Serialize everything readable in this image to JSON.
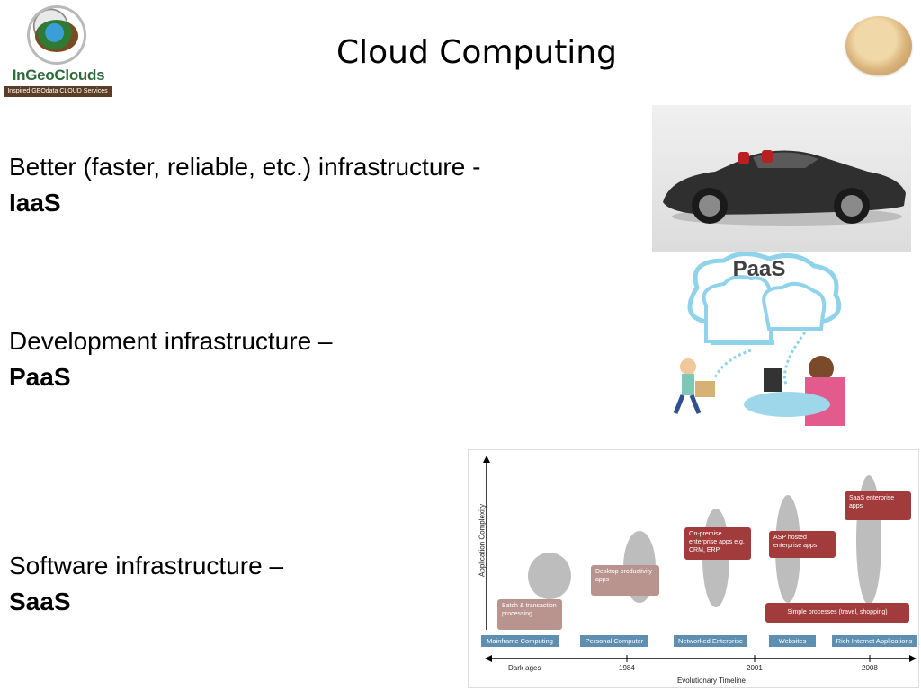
{
  "logo": {
    "name": "InGeoClouds",
    "tagline": "Inspired GEOdata CLOUD Services"
  },
  "slide": {
    "title": "Cloud Computing"
  },
  "items": [
    {
      "text": "Better (faster, reliable, etc.) infrastructure -",
      "strong": "IaaS"
    },
    {
      "text": "Development infrastructure –",
      "strong": "PaaS"
    },
    {
      "text": "Software infrastructure –",
      "strong": "SaaS"
    }
  ],
  "paas_image": {
    "caption": "PaaS"
  },
  "evolution_chart": {
    "y_axis_label": "Application Complexity",
    "x_axis_label": "Evolutionary Timeline",
    "boxes": [
      "Batch & transaction processing",
      "Desktop productivity apps",
      "On-premise enterprise apps e.g. CRM, ERP",
      "ASP hosted enterprise apps",
      "SaaS enterprise apps",
      "Simple processes (travel, shopping)"
    ],
    "eras": [
      "Mainframe Computing",
      "Personal Computer",
      "Networked Enterprise",
      "Websites",
      "Rich Internet Applications"
    ],
    "timeline": [
      "Dark ages",
      "1984",
      "2001",
      "2008"
    ]
  },
  "colors": {
    "logo_green": "#2c6b3a",
    "box_red": "#a23b3b",
    "era_blue": "#5f8fb0",
    "cloud_blue": "#8fd3ea"
  }
}
